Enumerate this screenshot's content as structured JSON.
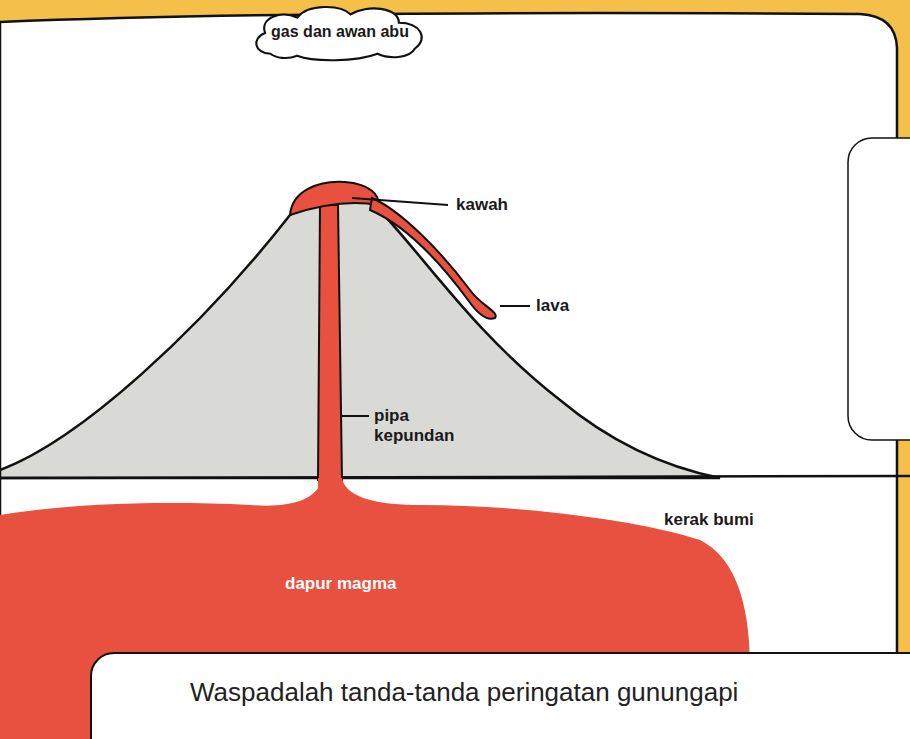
{
  "diagram": {
    "nodes": [
      {
        "text": [
          "gas dan awan abu"
        ]
      },
      {
        "text": [
          "dapur magma"
        ]
      },
      {
        "text": [
          "Waspadalah tanda-tanda peringatan gunungapi"
        ]
      }
    ],
    "labels": [
      "kawah",
      "lava",
      "pipa kepundan",
      "kerak bumi"
    ]
  }
}
